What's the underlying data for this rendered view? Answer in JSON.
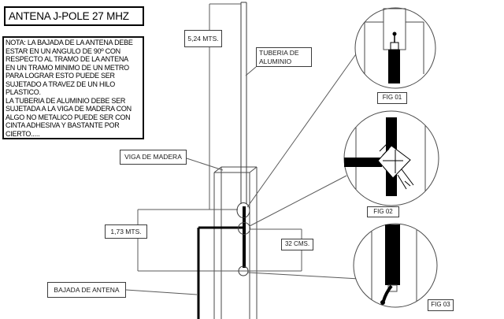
{
  "title": "ANTENA J-POLE 27 MHZ",
  "note": {
    "text": "NOTA: LA BAJADA DE LA ANTENA DEBE\nESTAR EN UN ANGULO DE 90º CON\nRESPECTO AL TRAMO DE LA ANTENA\nEN UN TRAMO MINIMO DE UN METRO\nPARA LOGRAR ESTO PUEDE SER\nSUJETADO A TRAVEZ DE UN HILO\nPLASTICO.\nLA TUBERIA DE ALUMINIO DEBE SER\nSUJETADA A LA VIGA DE MADERA CON\nALGO NO METALICO PUEDE SER CON\nCINTA ADHESIVA Y BASTANTE POR\nCIERTO....."
  },
  "labels": {
    "total_height": "5,24 MTS.",
    "tube": "TUBERIA DE\nALUMINIO",
    "beam": "VIGA DE MADERA",
    "stub_height": "1,73 MTS.",
    "gap": "32 CMS.",
    "feedline": "BAJADA DE ANTENA"
  },
  "figures": [
    {
      "label": "FIG 01"
    },
    {
      "label": "FIG 02"
    },
    {
      "label": "FIG 03"
    }
  ],
  "colors": {
    "background": "#ffffff",
    "thin_line": "#555555",
    "structure_line": "#2a2a2a",
    "solid_fill": "#000000"
  }
}
